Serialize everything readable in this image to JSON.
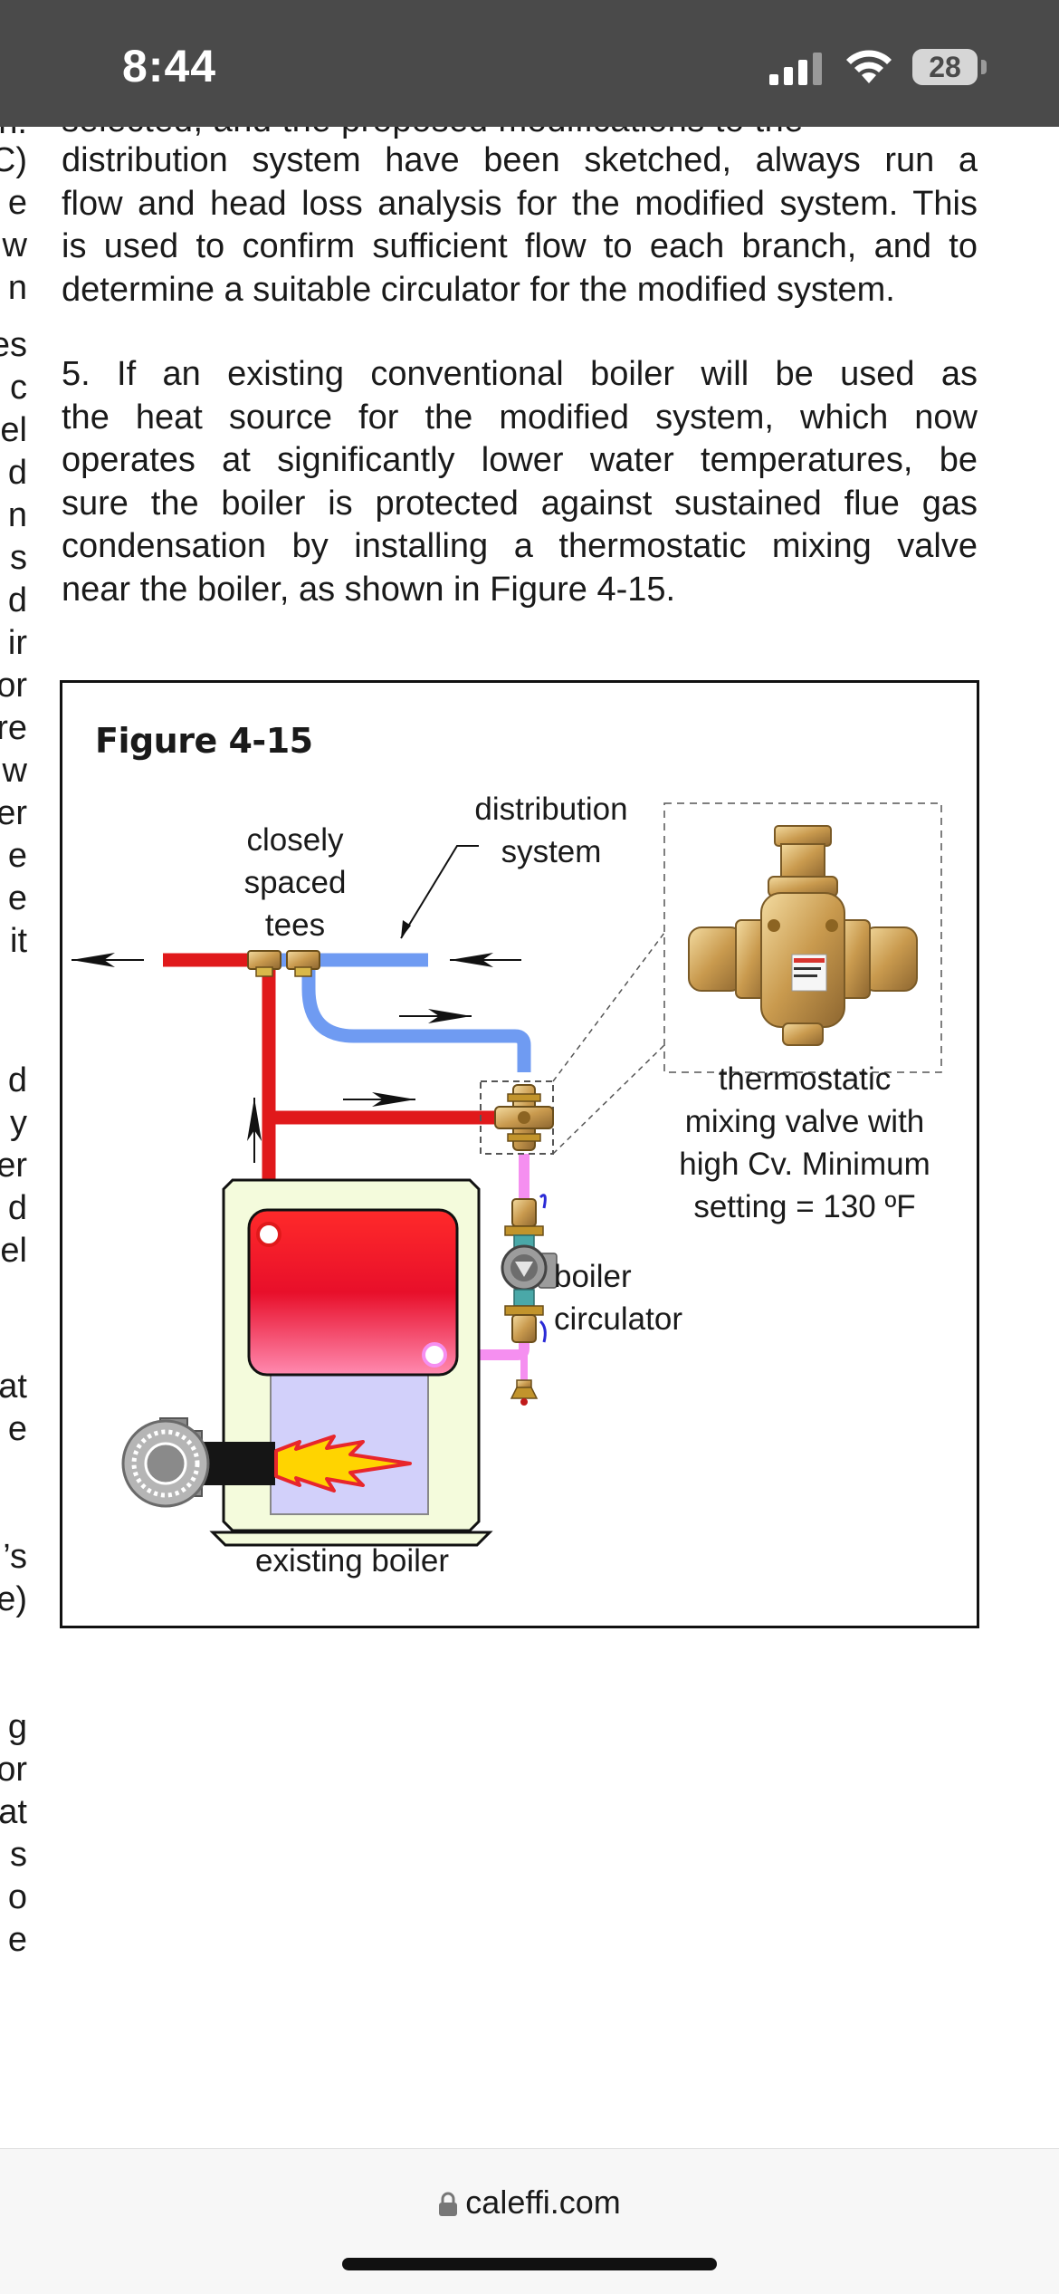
{
  "status_bar": {
    "time": "8:44",
    "battery": "28"
  },
  "article": {
    "cut_line": "selected, and the proposed modifications to the",
    "paragraph4_lines": [
      "distribution system have been sketched, always run a",
      "flow and head loss analysis for the modified system. This",
      "is used to confirm sufficient flow to each branch, and to",
      "determine a suitable circulator for the modified system."
    ],
    "paragraph5_lines": [
      "5. If an existing conventional boiler will be used as",
      "the heat source for the modified system, which now",
      "operates at significantly lower water temperatures, be",
      "sure the boiler is protected against sustained flue gas",
      "condensation by installing a thermostatic mixing valve",
      "near the boiler, as shown in Figure 4-15."
    ],
    "left_column_fragments": [
      "n.",
      "C)",
      "e",
      "w",
      "n",
      "es",
      "c",
      "el",
      "d",
      "n",
      "s",
      "d",
      "ir",
      "or",
      "re",
      "w",
      "er",
      "e",
      "e",
      "it",
      "d",
      "y",
      "er",
      "d",
      "el",
      "at",
      "e",
      "’s",
      "e)",
      "g",
      "or",
      "at",
      "s",
      "o",
      "e"
    ]
  },
  "figure": {
    "title": "Figure 4-15",
    "labels": {
      "closely_spaced_tees": [
        "closely",
        "spaced",
        "tees"
      ],
      "distribution_system": [
        "distribution",
        "system"
      ],
      "thermostatic_valve": [
        "thermostatic",
        "mixing valve with",
        "high Cv. Minimum",
        "setting = 130 ºF"
      ],
      "boiler_circulator": [
        "boiler",
        "circulator"
      ],
      "existing_boiler": "existing boiler"
    },
    "colors": {
      "supply_red": "#e0191b",
      "return_blue": "#6f9bf2",
      "boiler_loop_pink": "#f58ff0",
      "brass": "#d9b84a",
      "boiler_jacket": "#f4fbdc",
      "combustion_chamber": "#d2d0fa"
    }
  },
  "browser": {
    "url": "caleffi.com"
  }
}
